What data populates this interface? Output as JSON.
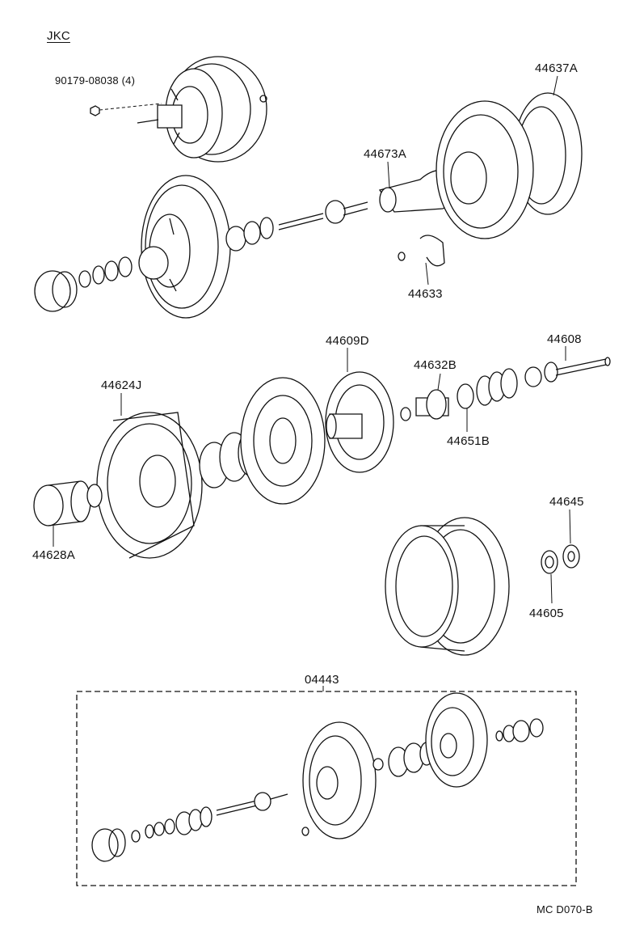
{
  "header": {
    "code": "JKC"
  },
  "labels": {
    "bolt": "90179-08038 (4)",
    "p44637A": "44637A",
    "p44673A": "44673A",
    "p44633": "44633",
    "p44609D": "44609D",
    "p44608": "44608",
    "p44632B": "44632B",
    "p44624J": "44624J",
    "p44651B": "44651B",
    "p44628A": "44628A",
    "p44645": "44645",
    "p44605": "44605",
    "kit": "04443"
  },
  "footer": {
    "code": "MC  D070-B"
  },
  "colors": {
    "ink": "#111111",
    "paper": "#ffffff"
  }
}
